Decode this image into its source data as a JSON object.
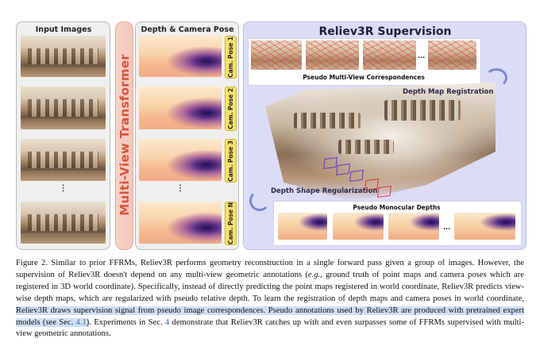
{
  "figure": {
    "input_panel": {
      "title": "Input Images",
      "dots": "⋮"
    },
    "transformer": {
      "label": "Multi-View Transformer"
    },
    "depth_panel": {
      "title": "Depth & Camera Pose",
      "cam_labels": [
        "Cam. Pose 1",
        "Cam. Pose 2",
        "Cam. Pose 3",
        "Cam. Pose N"
      ],
      "dots": "⋮"
    },
    "supervision_panel": {
      "title": "Reliev3R Supervision",
      "correspondences_label": "Pseudo Multi-View Correspondences",
      "registration_label": "Depth Map Registration",
      "shape_label": "Depth Shape Regularization",
      "mono_label": "Pseudo Monocular Depths",
      "dots": "..."
    }
  },
  "caption": {
    "p1": "Figure 2. Similar to prior FFRMs, Reliev3R performs geometry reconstruction in a single forward pass given a group of images. However, the supervision of Reliev3R doesn't depend on any multi-view geometric annotations (",
    "eg": "e.g.",
    "p2": ", ground truth of point maps and camera poses which are registered in 3D world coordinate). Specifically, instead of directly predicting the point maps registered in world coordinate, Reliev3R predicts view-wise depth maps, which are regularized with pseudo relative depth. To learn the registration of depth maps and camera poses in world coordinate, ",
    "highlight_a": "Reliev3R draws supervision signal from pseudo image correspondences. Pseudo annotations used by Reliev3R are produced with pretrained expert models (see Sec. ",
    "ref1": "4.1",
    "highlight_b": ")",
    "p3": ". Experiments in Sec. ",
    "ref2": "4",
    "p4": " demonstrate that Reliev3R catches up with and even surpasses some of FFRMs supervised with multi-view geometric annotations."
  }
}
